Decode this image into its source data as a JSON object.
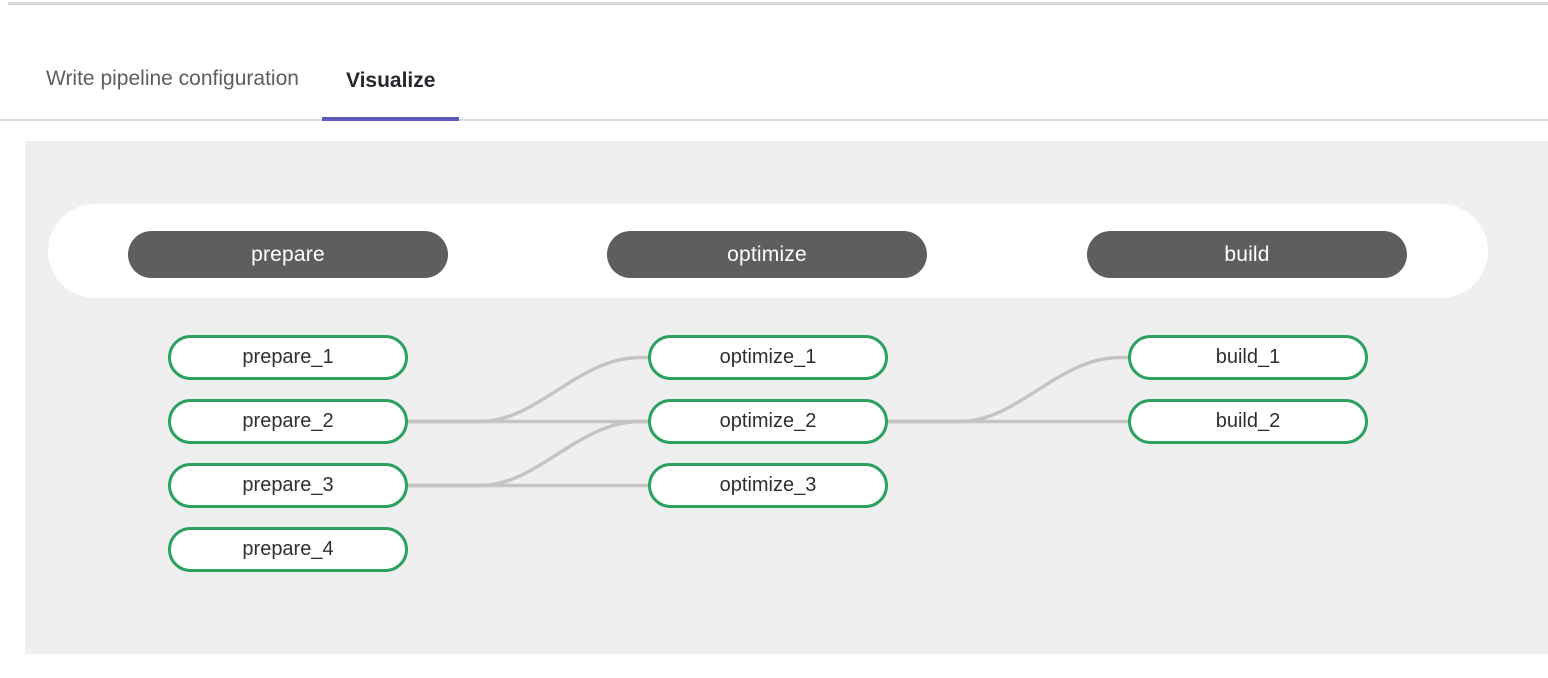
{
  "tabs": [
    {
      "label": "Write pipeline configuration",
      "active": false
    },
    {
      "label": "Visualize",
      "active": true
    }
  ],
  "colors": {
    "tab_accent": "#5b5bbd",
    "panel_bg": "#efefef",
    "stage_pill_bg": "#5e5e5e",
    "job_border": "#2da160",
    "connector": "#c4c4c4"
  },
  "pipeline": {
    "stages": [
      {
        "name": "prepare",
        "jobs": [
          "prepare_1",
          "prepare_2",
          "prepare_3",
          "prepare_4"
        ]
      },
      {
        "name": "optimize",
        "jobs": [
          "optimize_1",
          "optimize_2",
          "optimize_3"
        ]
      },
      {
        "name": "build",
        "jobs": [
          "build_1",
          "build_2"
        ]
      }
    ],
    "connections": [
      {
        "from": "prepare_2",
        "to": "optimize_1"
      },
      {
        "from": "prepare_2",
        "to": "optimize_2"
      },
      {
        "from": "prepare_3",
        "to": "optimize_2"
      },
      {
        "from": "prepare_3",
        "to": "optimize_3"
      },
      {
        "from": "optimize_2",
        "to": "build_1"
      },
      {
        "from": "optimize_2",
        "to": "build_2"
      }
    ]
  }
}
